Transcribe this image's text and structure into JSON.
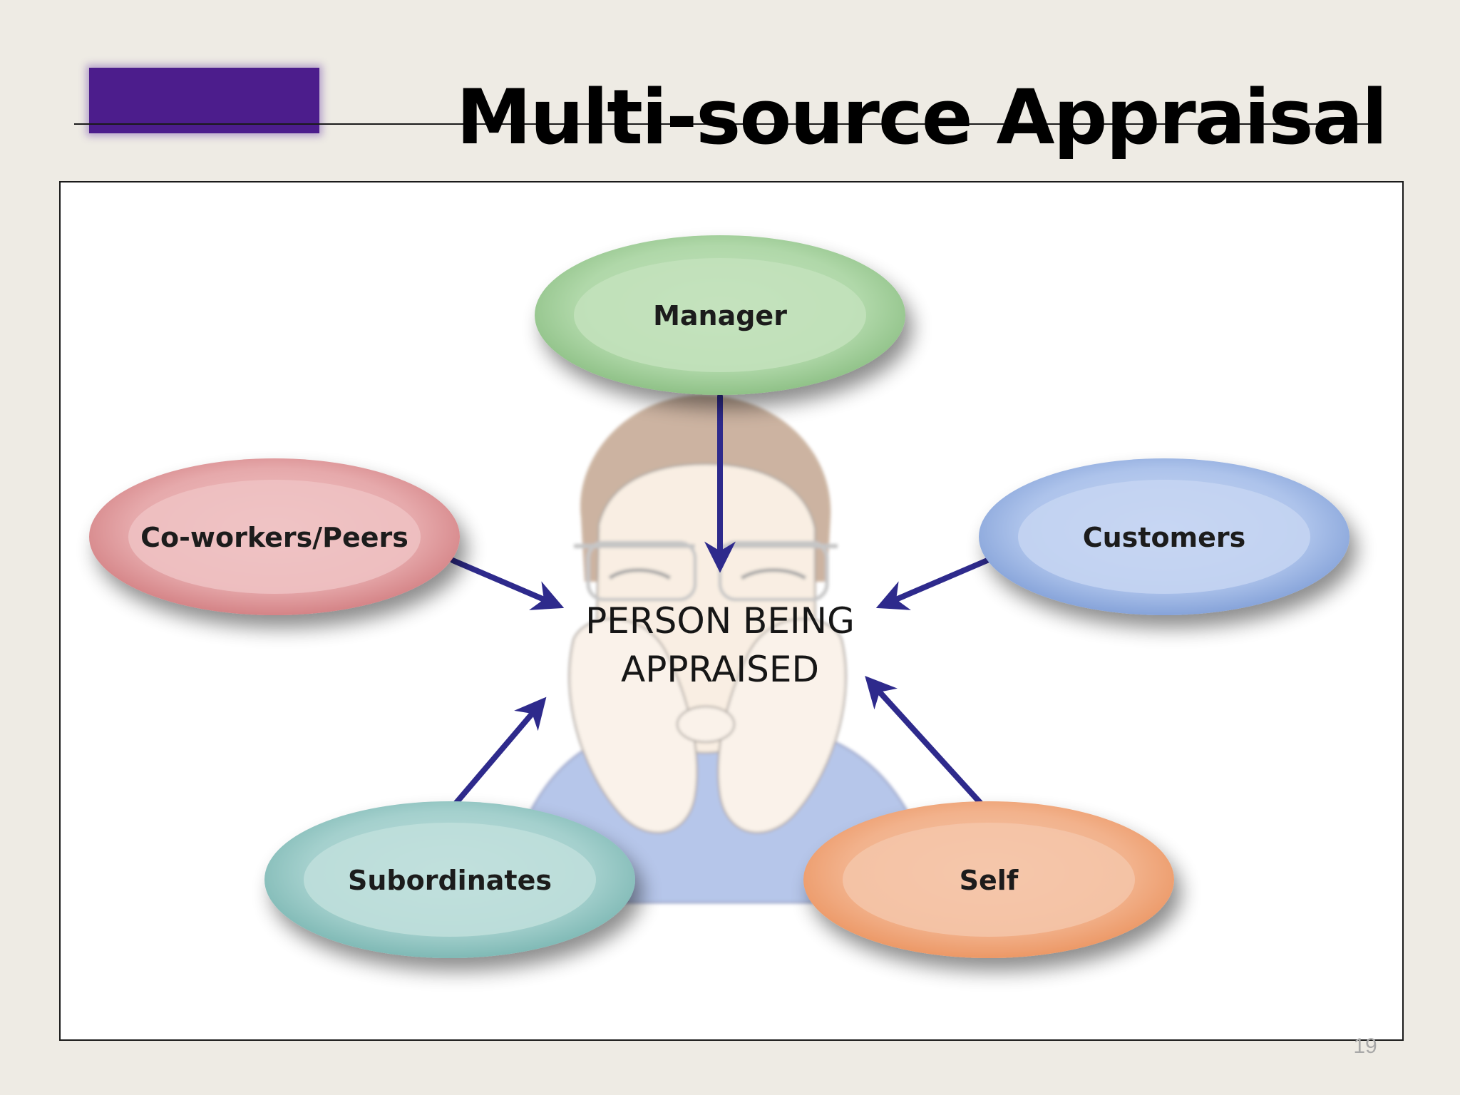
{
  "slide": {
    "title": "Multi-source Appraisal",
    "slide_number": "19",
    "accent_color": "#4c1d8c"
  },
  "diagram": {
    "center": {
      "line1": "PERSON BEING",
      "line2": "APPRAISED"
    },
    "sources": [
      {
        "label": "Manager",
        "color": "#a9d3a2"
      },
      {
        "label": "Co-workers/Peers",
        "color": "#e3a3a6"
      },
      {
        "label": "Customers",
        "color": "#a6bfe8"
      },
      {
        "label": "Subordinates",
        "color": "#9fcdca"
      },
      {
        "label": "Self",
        "color": "#f3b48d"
      }
    ],
    "arrow_color": "#2e2a8c",
    "illustration": "person-with-hands-over-face"
  }
}
